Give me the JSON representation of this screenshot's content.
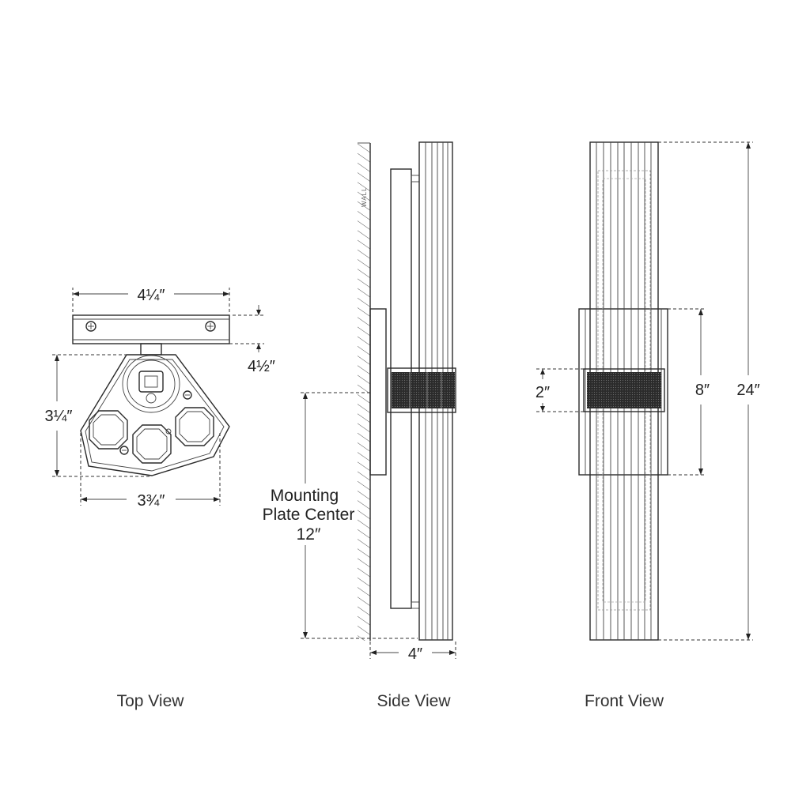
{
  "colors": {
    "line": "#2a2a2a",
    "mesh": "#2b2b2b",
    "hatch": "#555555",
    "background": "#ffffff"
  },
  "top_view": {
    "label": "Top View",
    "width_plate": "4¼″",
    "depth_plate": "4½″",
    "height_body": "3¼″",
    "width_body": "3¾″"
  },
  "side_view": {
    "label": "Side View",
    "wall_label": "WALL",
    "mounting_line1": "Mounting",
    "mounting_line2": "Plate Center",
    "mounting_value": "12″",
    "depth": "4″"
  },
  "front_view": {
    "label": "Front View",
    "band_height": "2″",
    "plate_height": "8″",
    "overall_height": "24″"
  }
}
